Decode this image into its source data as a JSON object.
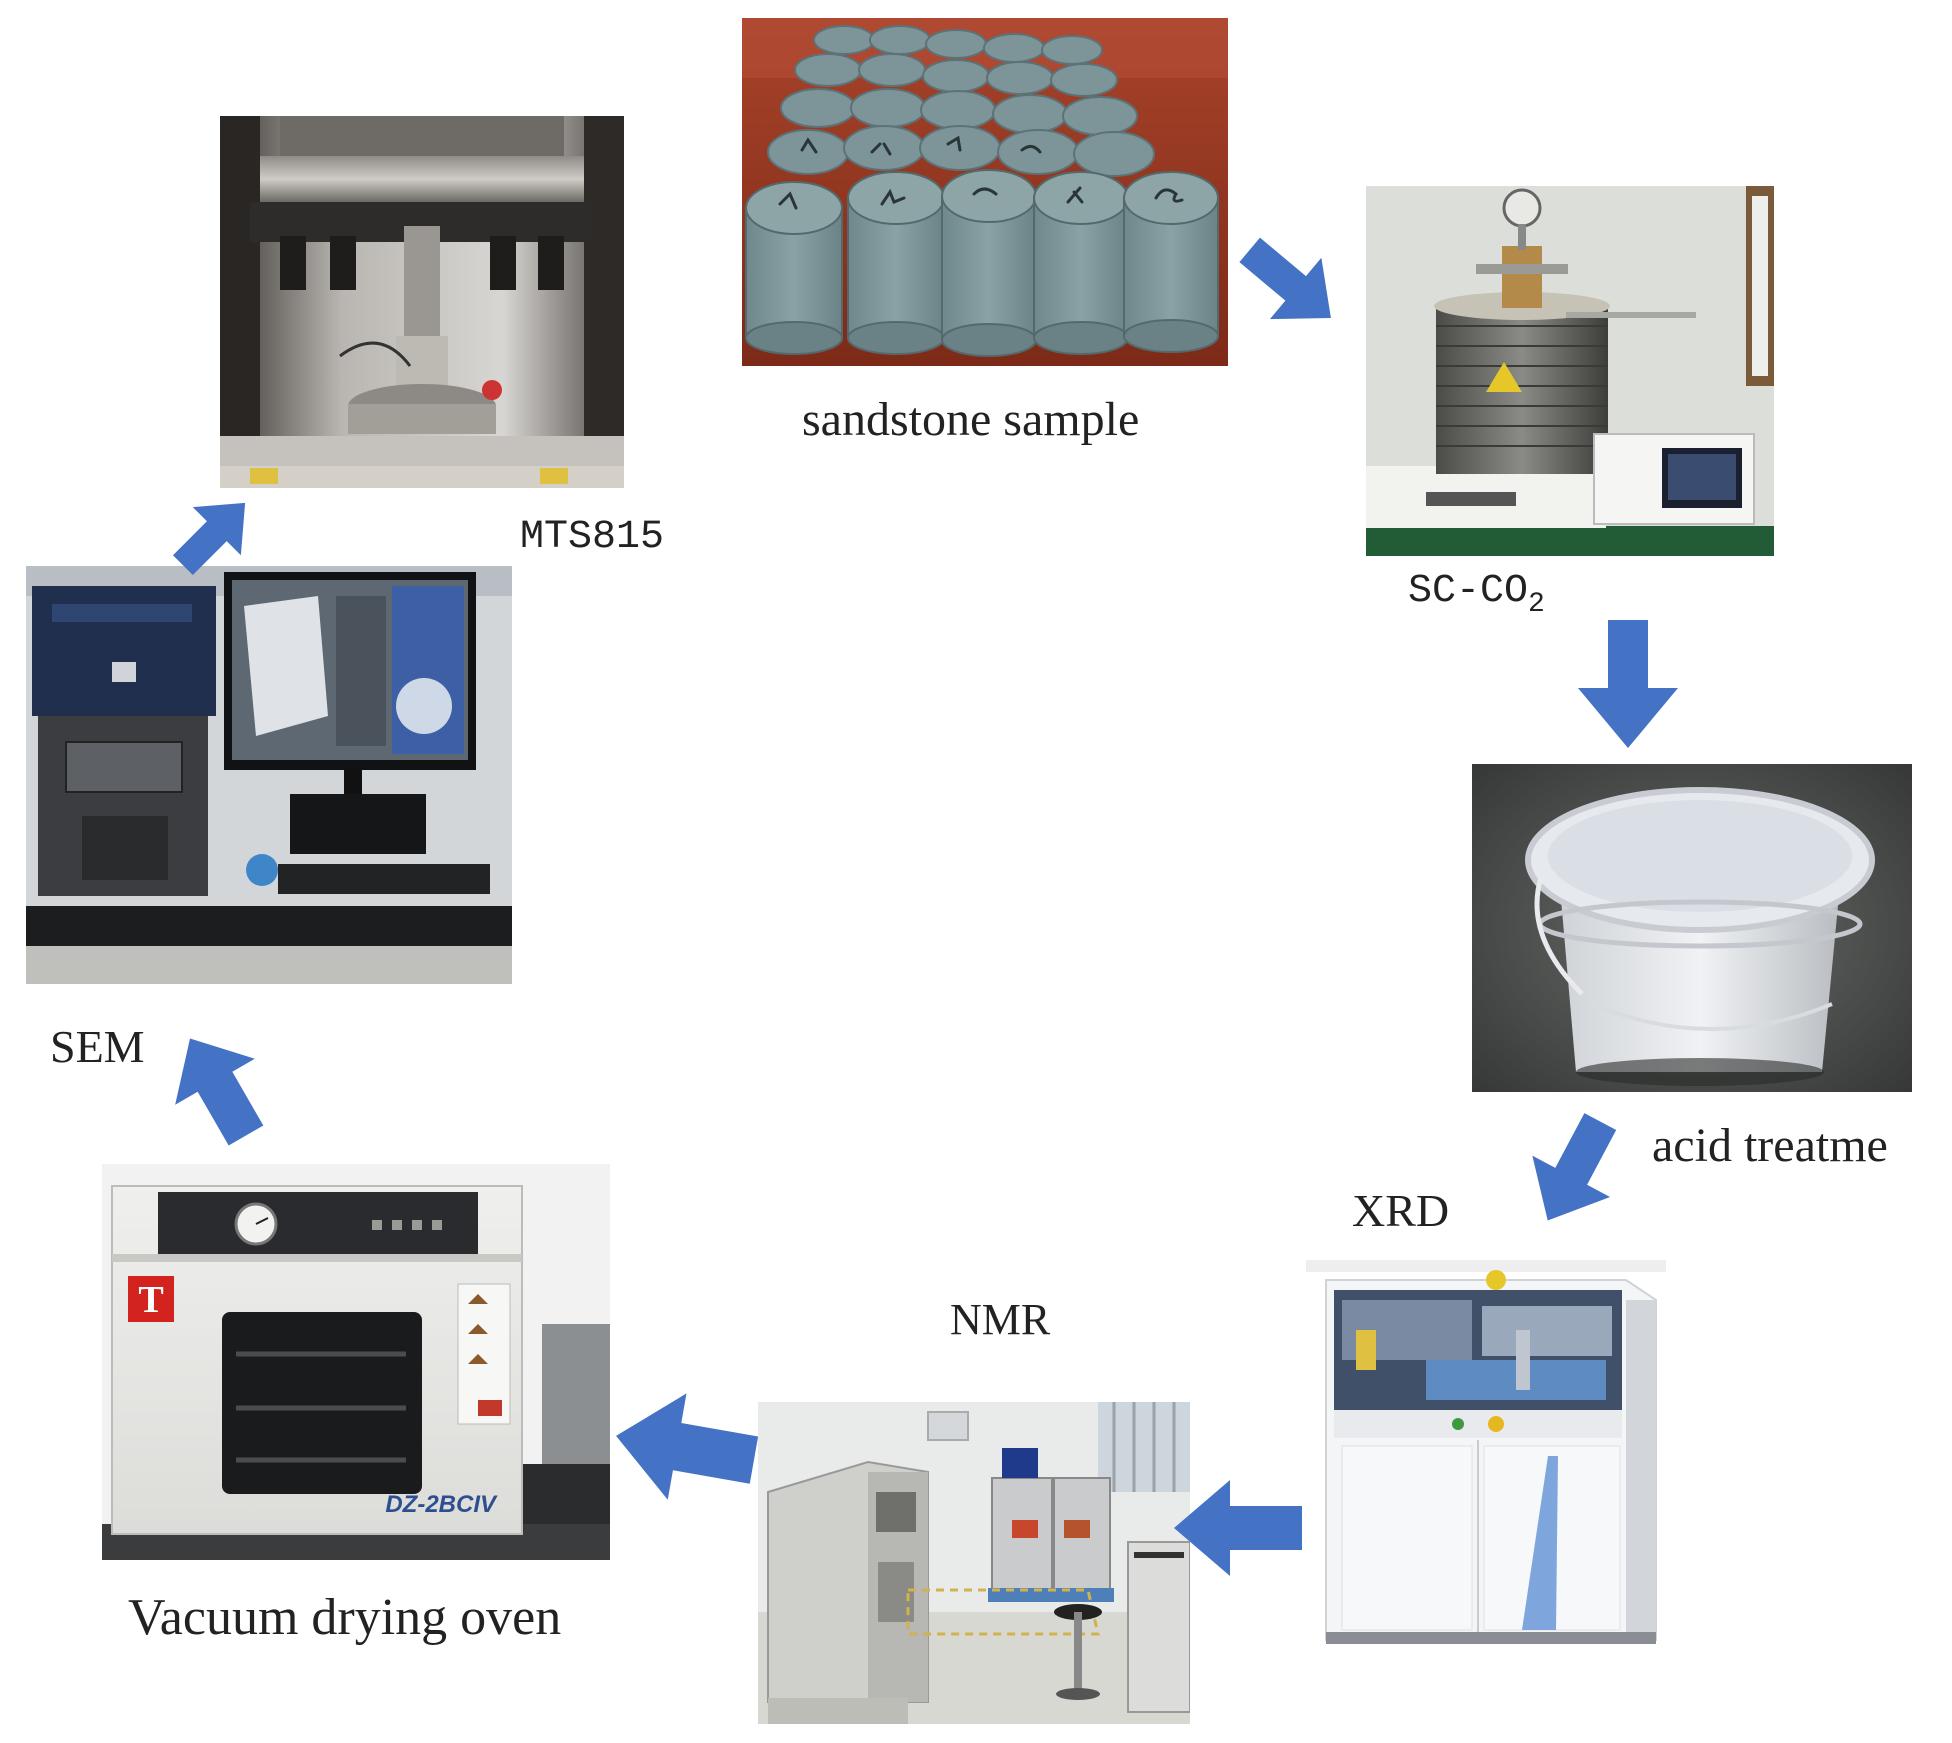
{
  "labels": {
    "sandstone": "sandstone sample",
    "mts": "MTS815",
    "sc_main": "SC-CO",
    "sc_sub": "2",
    "acid": "acid treatme",
    "xrd": "XRD",
    "nmr": "NMR",
    "oven": "Vacuum drying oven",
    "sem": "SEM"
  },
  "photo_text": {
    "oven_model": "DZ-2BCIV",
    "oven_logo": "T"
  },
  "colors": {
    "arrow": "#4472c4",
    "label": "#222222",
    "sandstone_rock": "#7f989c",
    "sandstone_table": "#9e3a22"
  },
  "arrows": [
    {
      "name": "arrow-sandstone-to-scco2",
      "direction": "down-right"
    },
    {
      "name": "arrow-scco2-to-acid",
      "direction": "down"
    },
    {
      "name": "arrow-acid-to-xrd",
      "direction": "down-left"
    },
    {
      "name": "arrow-xrd-to-nmr",
      "direction": "left"
    },
    {
      "name": "arrow-nmr-to-oven",
      "direction": "left"
    },
    {
      "name": "arrow-oven-to-sem",
      "direction": "up-left"
    },
    {
      "name": "arrow-sem-to-mts",
      "direction": "up-right"
    }
  ]
}
